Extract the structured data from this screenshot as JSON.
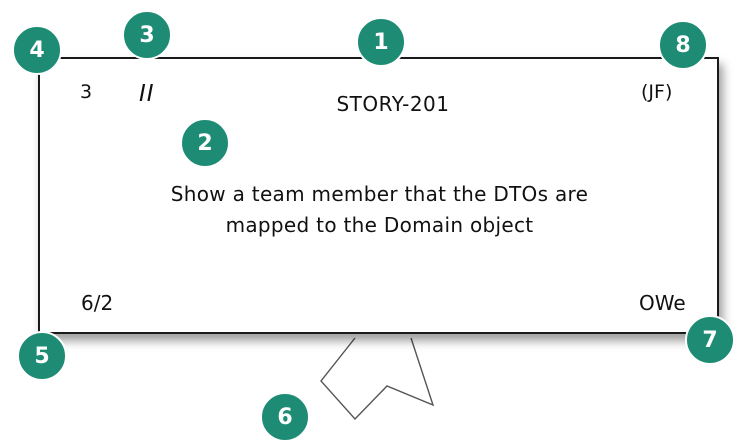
{
  "card": {
    "story_id": "STORY-201",
    "points": "3",
    "priority": "II",
    "owner_initials": "(JF)",
    "description": "Show a team member that the DTOs are mapped to the Domain object",
    "estimate": "6/2",
    "initials": "OWe"
  },
  "callouts": {
    "c1": "1",
    "c2": "2",
    "c3": "3",
    "c4": "4",
    "c5": "5",
    "c6": "6",
    "c7": "7",
    "c8": "8"
  },
  "colors": {
    "callout_fill": "#1e8c74",
    "card_border": "#1a1a1a"
  }
}
